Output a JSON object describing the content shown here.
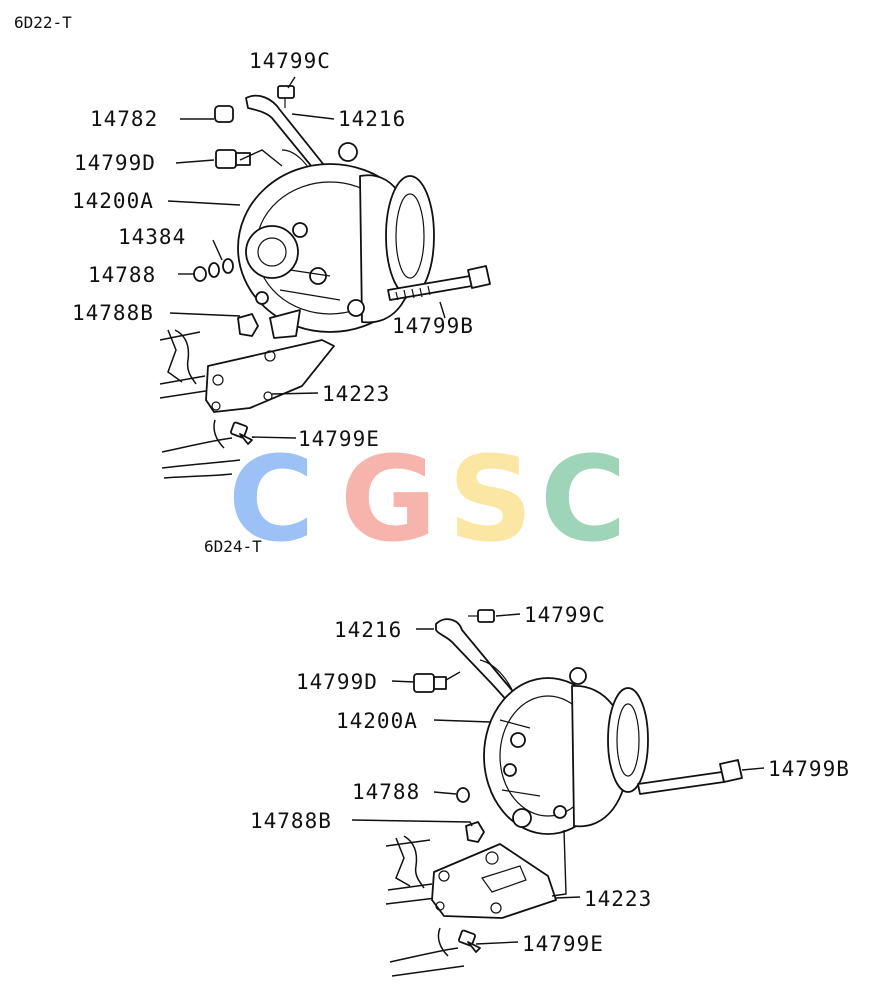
{
  "diagram_1": {
    "title": "6D22-T",
    "callouts": {
      "c14799C": "14799C",
      "c14782": "14782",
      "c14216": "14216",
      "c14799D": "14799D",
      "c14200A": "14200A",
      "c14384": "14384",
      "c14788": "14788",
      "c14788B": "14788B",
      "c14799B": "14799B",
      "c14223": "14223",
      "c14799E": "14799E"
    }
  },
  "diagram_2": {
    "title": "6D24-T",
    "callouts": {
      "c14216": "14216",
      "c14799C": "14799C",
      "c14799D": "14799D",
      "c14200A": "14200A",
      "c14799B": "14799B",
      "c14788": "14788",
      "c14788B": "14788B",
      "c14223": "14223",
      "c14799E": "14799E"
    }
  },
  "watermark": {
    "letters": [
      {
        "char": "C",
        "color": "#7fb0f5"
      },
      {
        "char": "G",
        "color": "#f5a097"
      },
      {
        "char": "S",
        "color": "#fbe08a"
      },
      {
        "char": "C",
        "color": "#84c8a4"
      }
    ]
  }
}
